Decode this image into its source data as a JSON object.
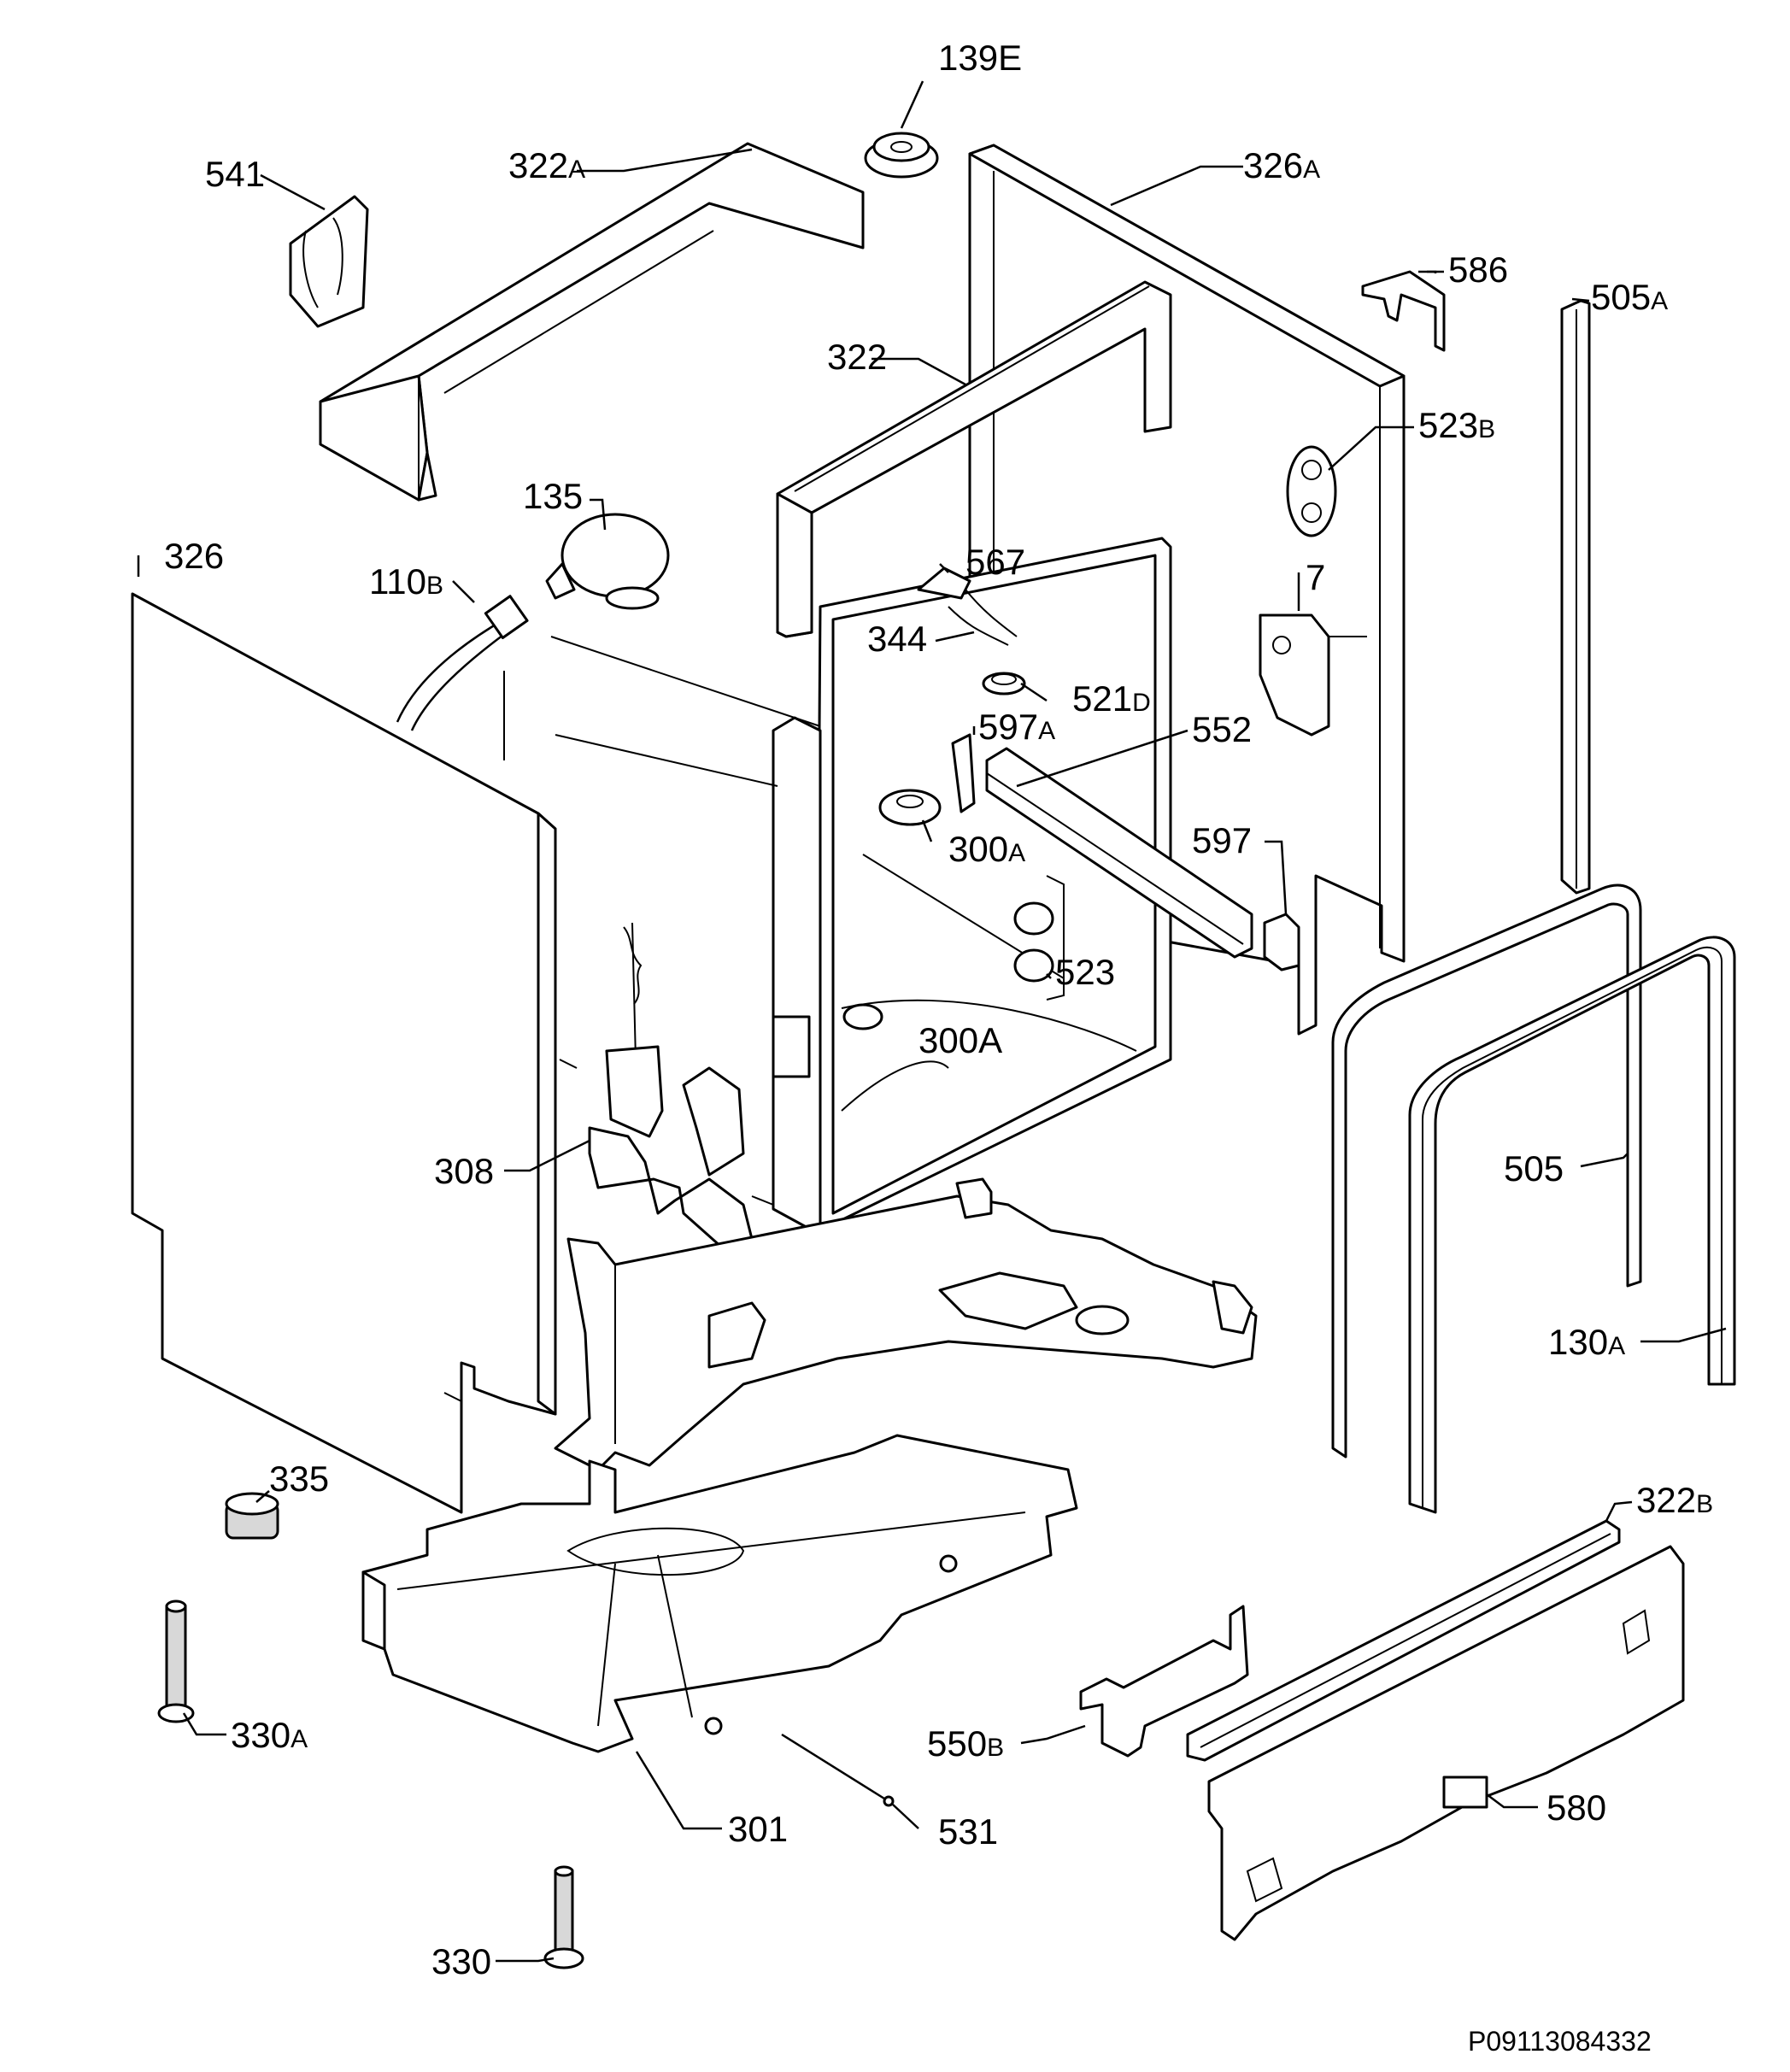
{
  "document_code": "P09113084332",
  "callouts": {
    "c139E": {
      "num": "139E",
      "suf": ""
    },
    "c541": {
      "num": "541",
      "suf": ""
    },
    "c322A": {
      "num": "322",
      "suf": "A"
    },
    "c326A": {
      "num": "326",
      "suf": "A"
    },
    "c586": {
      "num": "586",
      "suf": ""
    },
    "c505A": {
      "num": "505",
      "suf": "A"
    },
    "c322": {
      "num": "322",
      "suf": ""
    },
    "c523B": {
      "num": "523",
      "suf": "B"
    },
    "c135": {
      "num": "135",
      "suf": ""
    },
    "c326": {
      "num": "326",
      "suf": ""
    },
    "c110B": {
      "num": "110",
      "suf": "B"
    },
    "c567": {
      "num": "567",
      "suf": ""
    },
    "c7": {
      "num": "7",
      "suf": ""
    },
    "c344": {
      "num": "344",
      "suf": ""
    },
    "c521D": {
      "num": "521",
      "suf": "D"
    },
    "c597A": {
      "num": "597",
      "suf": "A"
    },
    "c552": {
      "num": "552",
      "suf": ""
    },
    "c300A1": {
      "num": "300",
      "suf": "A"
    },
    "c597": {
      "num": "597",
      "suf": ""
    },
    "c523": {
      "num": "523",
      "suf": ""
    },
    "c300A2": {
      "num": "300A",
      "suf": ""
    },
    "c308": {
      "num": "308",
      "suf": ""
    },
    "c505": {
      "num": "505",
      "suf": ""
    },
    "c130A": {
      "num": "130",
      "suf": "A"
    },
    "c335": {
      "num": "335",
      "suf": ""
    },
    "c322B": {
      "num": "322",
      "suf": "B"
    },
    "c330A": {
      "num": "330",
      "suf": "A"
    },
    "c550B": {
      "num": "550",
      "suf": "B"
    },
    "c580": {
      "num": "580",
      "suf": ""
    },
    "c301": {
      "num": "301",
      "suf": ""
    },
    "c531": {
      "num": "531",
      "suf": ""
    },
    "c330": {
      "num": "330",
      "suf": ""
    }
  }
}
